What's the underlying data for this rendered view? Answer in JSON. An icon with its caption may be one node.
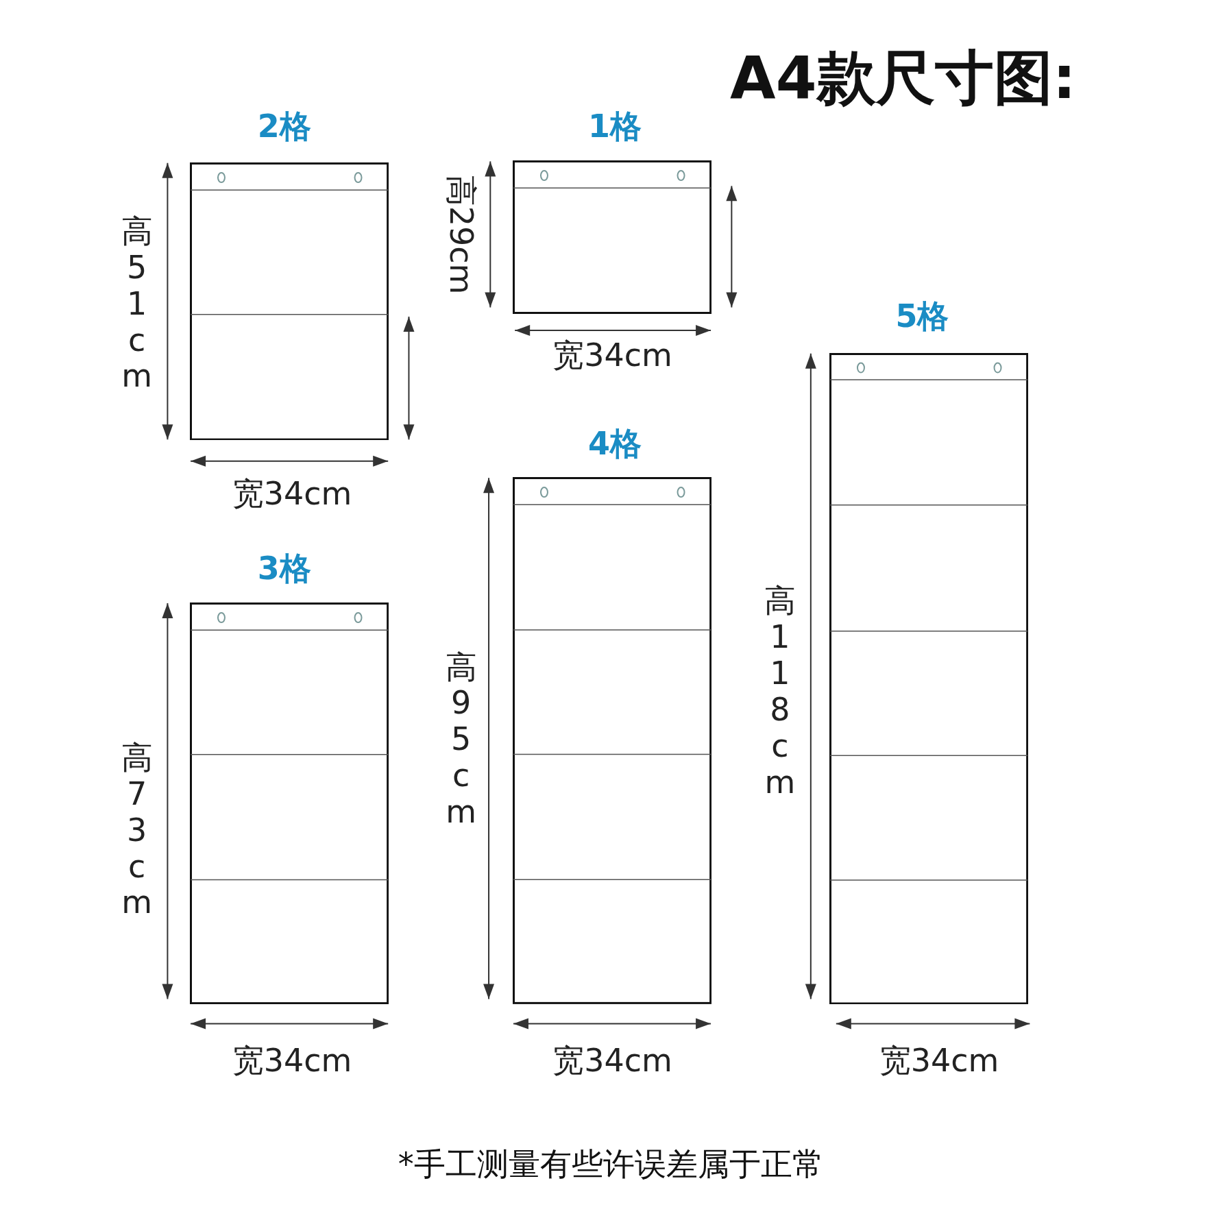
{
  "diagram": {
    "title": "A4款尺寸图:",
    "caption": "*手工测量有些许误差属于正常",
    "nodes": [
      {
        "text": [
          "2格"
        ]
      },
      {
        "text": [
          "1格"
        ]
      },
      {
        "text": [
          "5格"
        ]
      },
      {
        "text": [
          "4格"
        ]
      },
      {
        "text": [
          "3格"
        ]
      }
    ],
    "edges": [],
    "labels": [
      "高51cm",
      "宽34cm",
      "高29cm",
      "宽34cm",
      "高118cm",
      "宽34cm",
      "高95cm",
      "宽34cm",
      "高73cm",
      "宽34cm"
    ]
  }
}
